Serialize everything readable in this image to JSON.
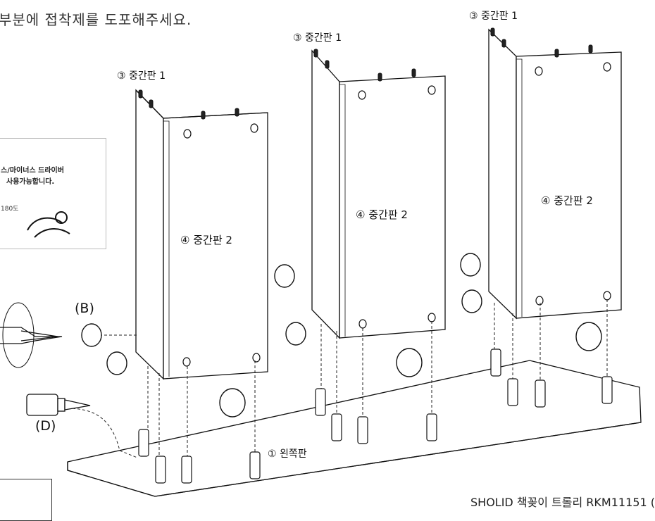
{
  "instruction": "부분에 접착제를 도포해주세요.",
  "labels": {
    "panel3_left": "③ 중간판 1",
    "panel3_mid": "③ 중간판 1",
    "panel3_right": "③ 중간판 1",
    "panel4_left": "④ 중간판 2",
    "panel4_mid": "④ 중간판 2",
    "panel4_right": "④ 중간판 2",
    "panel1": "① 왼쪽판"
  },
  "tip": {
    "line1": "스/마이너스 드라이버",
    "line2": "사용가능합니다.",
    "line3": "180도"
  },
  "parts": {
    "b": "(B)",
    "d": "(D)"
  },
  "footer": "SHOLID 책꽂이 트롤리 RKM11151 ("
}
